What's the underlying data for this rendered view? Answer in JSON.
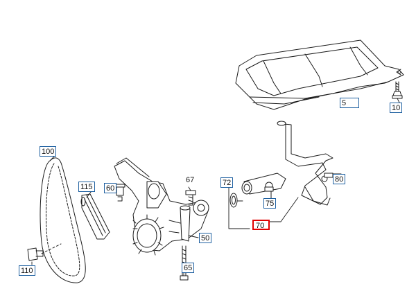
{
  "diagram": {
    "callouts": [
      {
        "key": "c5",
        "label": "5"
      },
      {
        "key": "c10",
        "label": "10"
      },
      {
        "key": "c100",
        "label": "100"
      },
      {
        "key": "c115",
        "label": "115"
      },
      {
        "key": "c60",
        "label": "60"
      },
      {
        "key": "c67",
        "label": "67"
      },
      {
        "key": "c72",
        "label": "72"
      },
      {
        "key": "c75",
        "label": "75"
      },
      {
        "key": "c80",
        "label": "80"
      },
      {
        "key": "c70",
        "label": "70",
        "selected": true
      },
      {
        "key": "c50",
        "label": "50"
      },
      {
        "key": "c65",
        "label": "65"
      },
      {
        "key": "c110",
        "label": "110"
      }
    ],
    "colors": {
      "callout_border": "#1d5fa0",
      "selected_border": "#e00000",
      "line_art": "#1a1a1a"
    }
  }
}
